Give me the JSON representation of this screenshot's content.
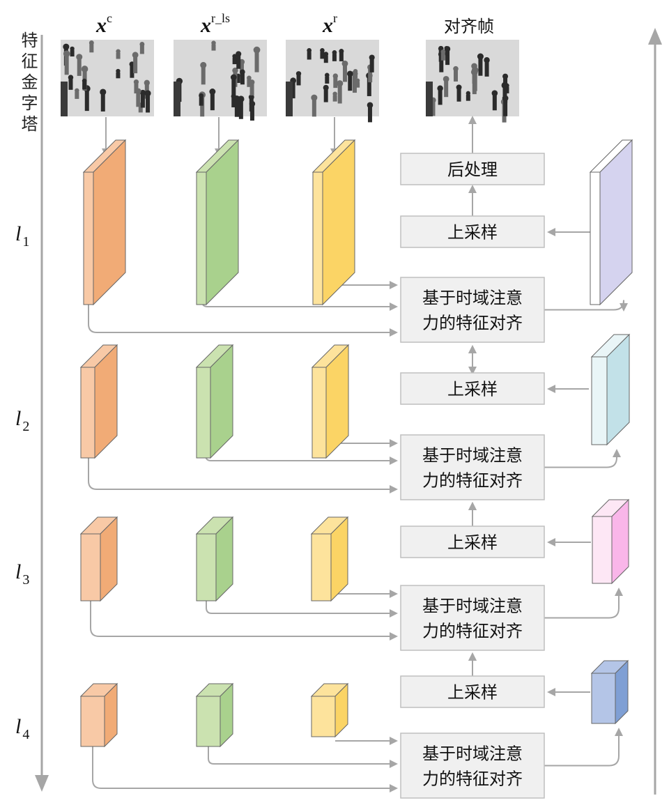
{
  "axis": {
    "pyramid_label": "特征金字塔"
  },
  "columns": {
    "xc": {
      "base": "x",
      "sup": "c"
    },
    "xrls": {
      "base": "x",
      "sup": "r_ls"
    },
    "xr": {
      "base": "x",
      "sup": "r"
    },
    "aligned": "对齐帧"
  },
  "levels": [
    {
      "base": "l",
      "sub": "1"
    },
    {
      "base": "l",
      "sub": "2"
    },
    {
      "base": "l",
      "sub": "3"
    },
    {
      "base": "l",
      "sub": "4"
    }
  ],
  "blocks": {
    "postprocess": "后处理",
    "upsample": "上采样",
    "align_line1": "基于时域注意",
    "align_line2": "力的特征对齐"
  },
  "colors": {
    "xc_front": "#f8c9a6",
    "xc_side": "#f1ab76",
    "xrls_front": "#cbe2b0",
    "xrls_side": "#a9d18d",
    "xr_front": "#fde39c",
    "xr_side": "#fbd465",
    "out1_front": "#ffffff",
    "out1_side": "#d5d3ef",
    "out2_front": "#e9f5f7",
    "out2_side": "#c2e1e8",
    "out3_front": "#fde7f5",
    "out3_side": "#f9b6e9",
    "out4_front": "#b4c5e7",
    "out4_side": "#7f9fd4",
    "box_fill": "#f0f0f0",
    "box_stroke": "#bfbfbf",
    "arrow": "#a6a6a6"
  }
}
